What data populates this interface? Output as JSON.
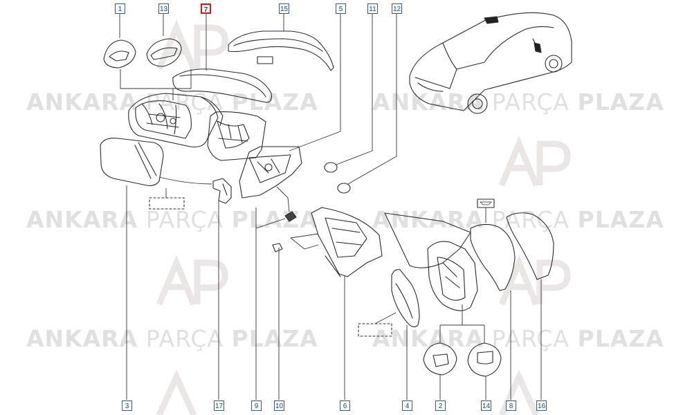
{
  "watermark": {
    "word1": "ANKARA",
    "word2": "PARÇA",
    "word3": "PLAZA",
    "logo_letters": "AP"
  },
  "callouts": {
    "c1": "1",
    "c13": "13",
    "c7": "7",
    "c15": "15",
    "c5": "5",
    "c11": "11",
    "c12": "12",
    "c3": "3",
    "c17": "17",
    "c9": "9",
    "c10": "10",
    "c6": "6",
    "c4": "4",
    "c2": "2",
    "c14": "14",
    "c8": "8",
    "c16": "16"
  },
  "colors": {
    "callout_border": "#2f5d8a",
    "highlight": "#d01818",
    "line": "#333333",
    "watermark": "#c8c8c8"
  },
  "highlighted_part": "7"
}
